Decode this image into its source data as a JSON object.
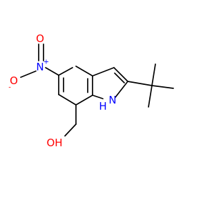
{
  "molecule": {
    "colors": {
      "bond": "#000000",
      "nitrogen": "#0000ff",
      "oxygen": "#ff0000",
      "carbon": "#000000"
    },
    "labels": {
      "nitro_o_minus": "O",
      "nitro_o_minus_charge": "-",
      "nitro_n": "N",
      "nitro_n_charge": "+",
      "nitro_o_double": "O",
      "indole_nh": "H",
      "indole_n": "N",
      "hydroxyl": "OH"
    }
  }
}
